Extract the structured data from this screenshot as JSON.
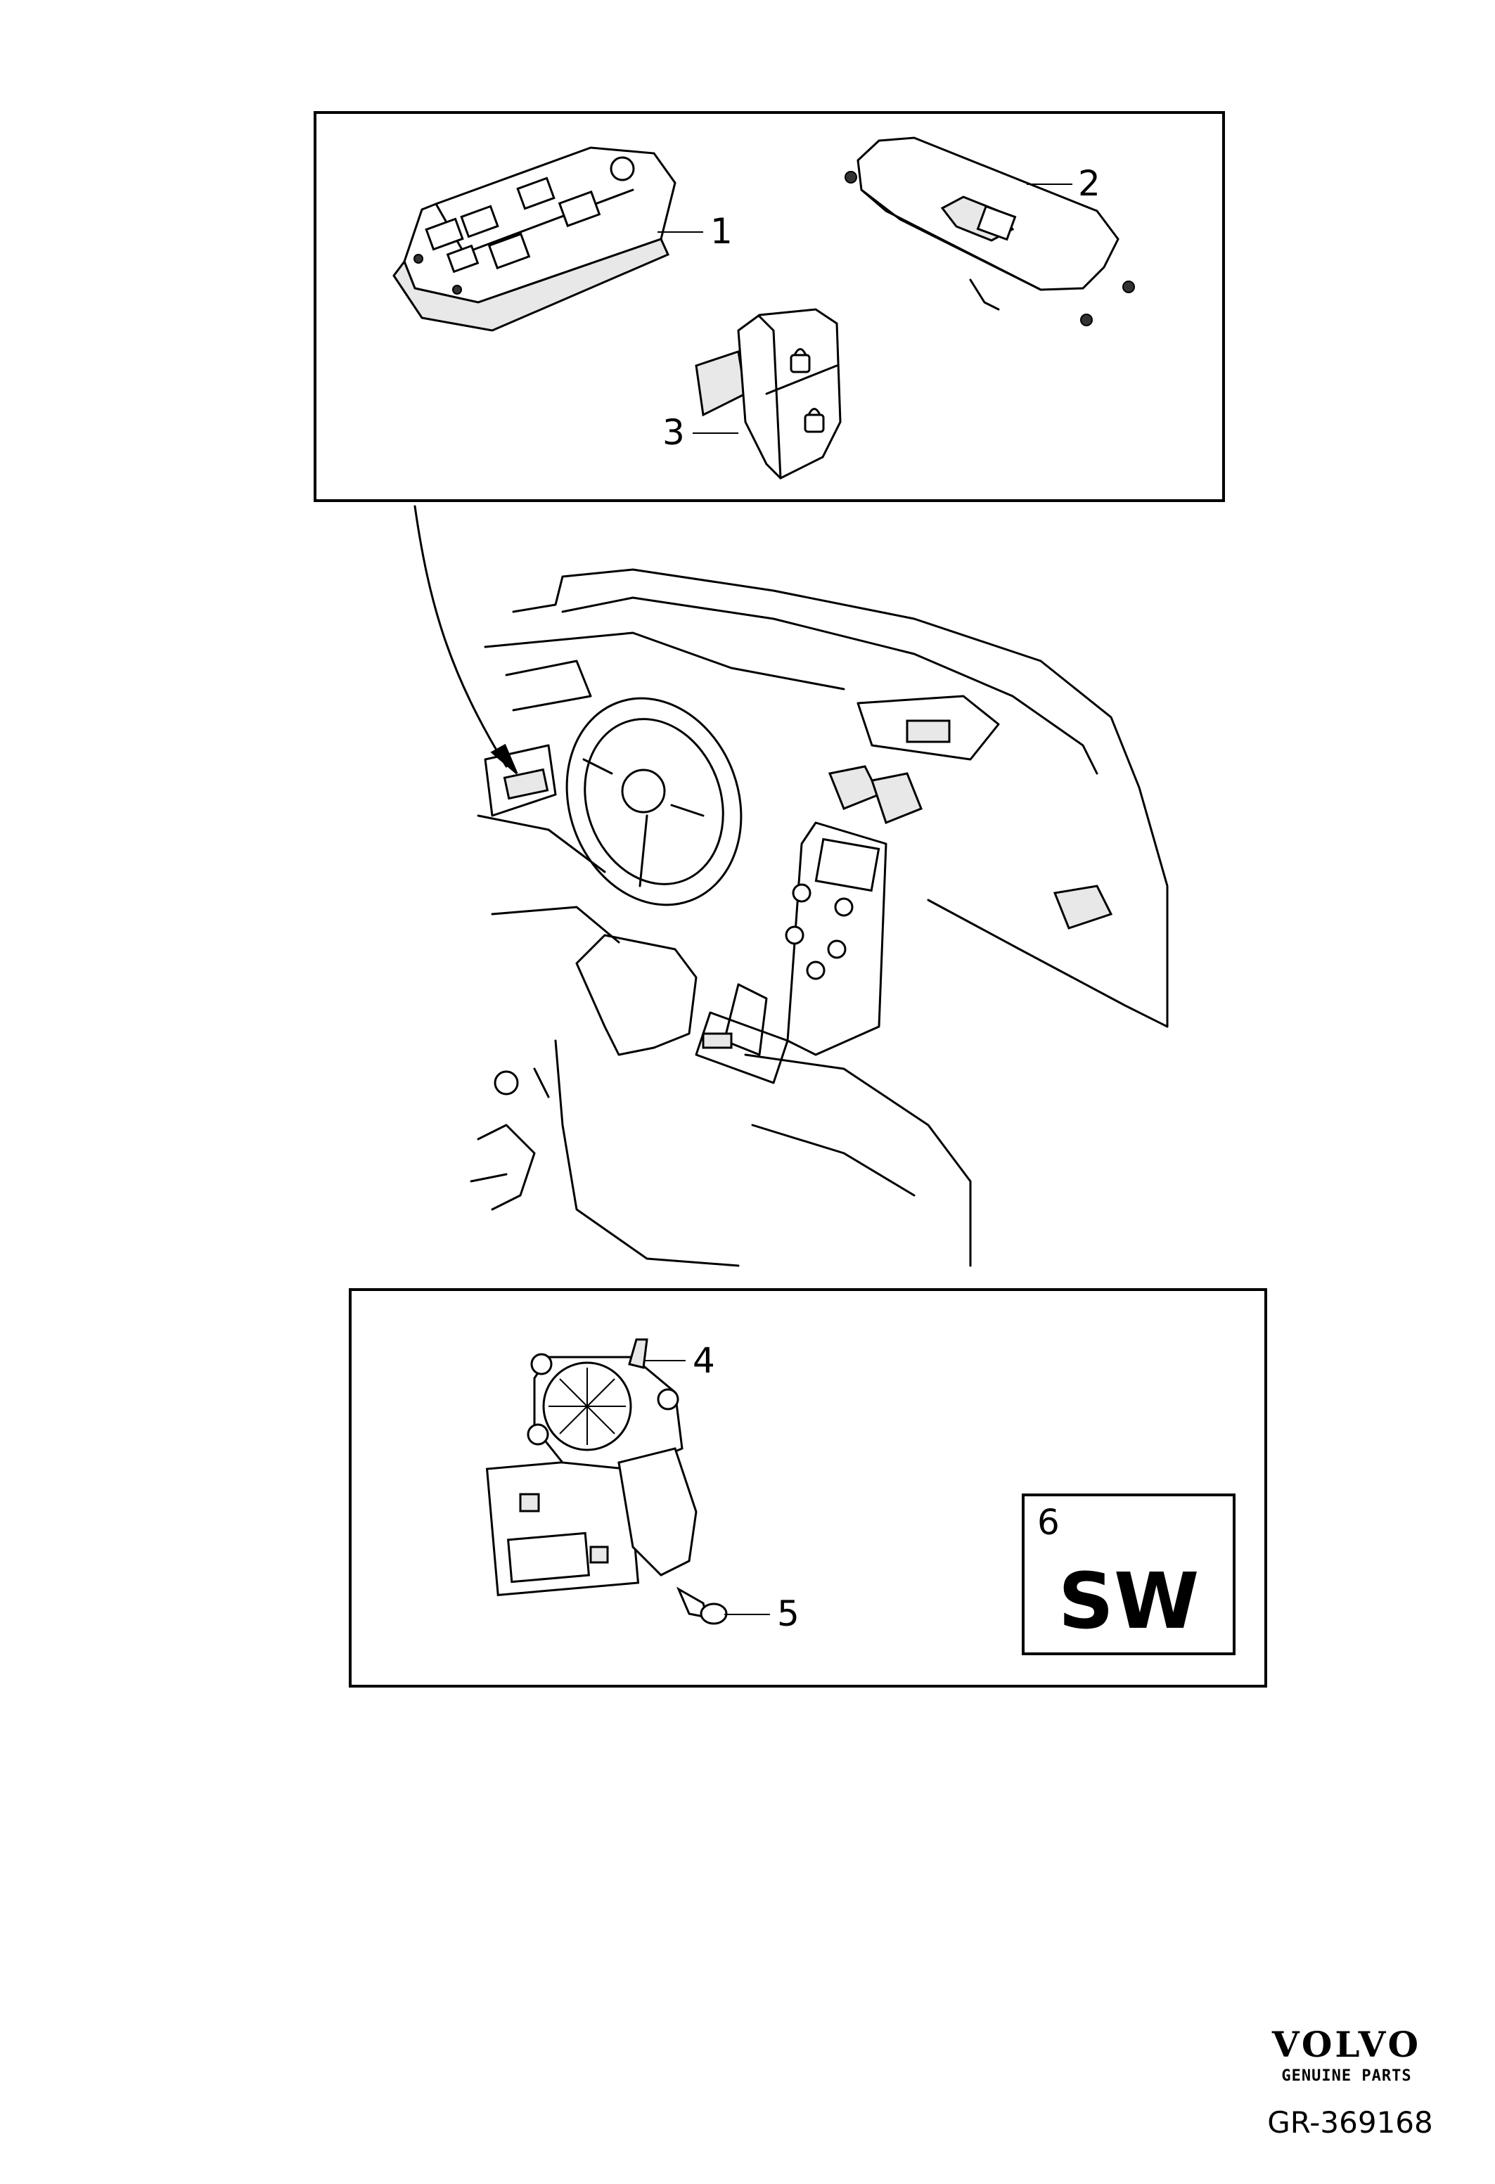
{
  "callouts": [
    {
      "number": "1"
    },
    {
      "number": "2"
    },
    {
      "number": "3"
    },
    {
      "number": "4"
    },
    {
      "number": "5"
    },
    {
      "number": "6"
    }
  ],
  "software_box": {
    "label": "SW"
  },
  "brand": {
    "name": "VOLVO",
    "tagline": "GENUINE PARTS"
  },
  "drawing_ref": "GR-369168"
}
